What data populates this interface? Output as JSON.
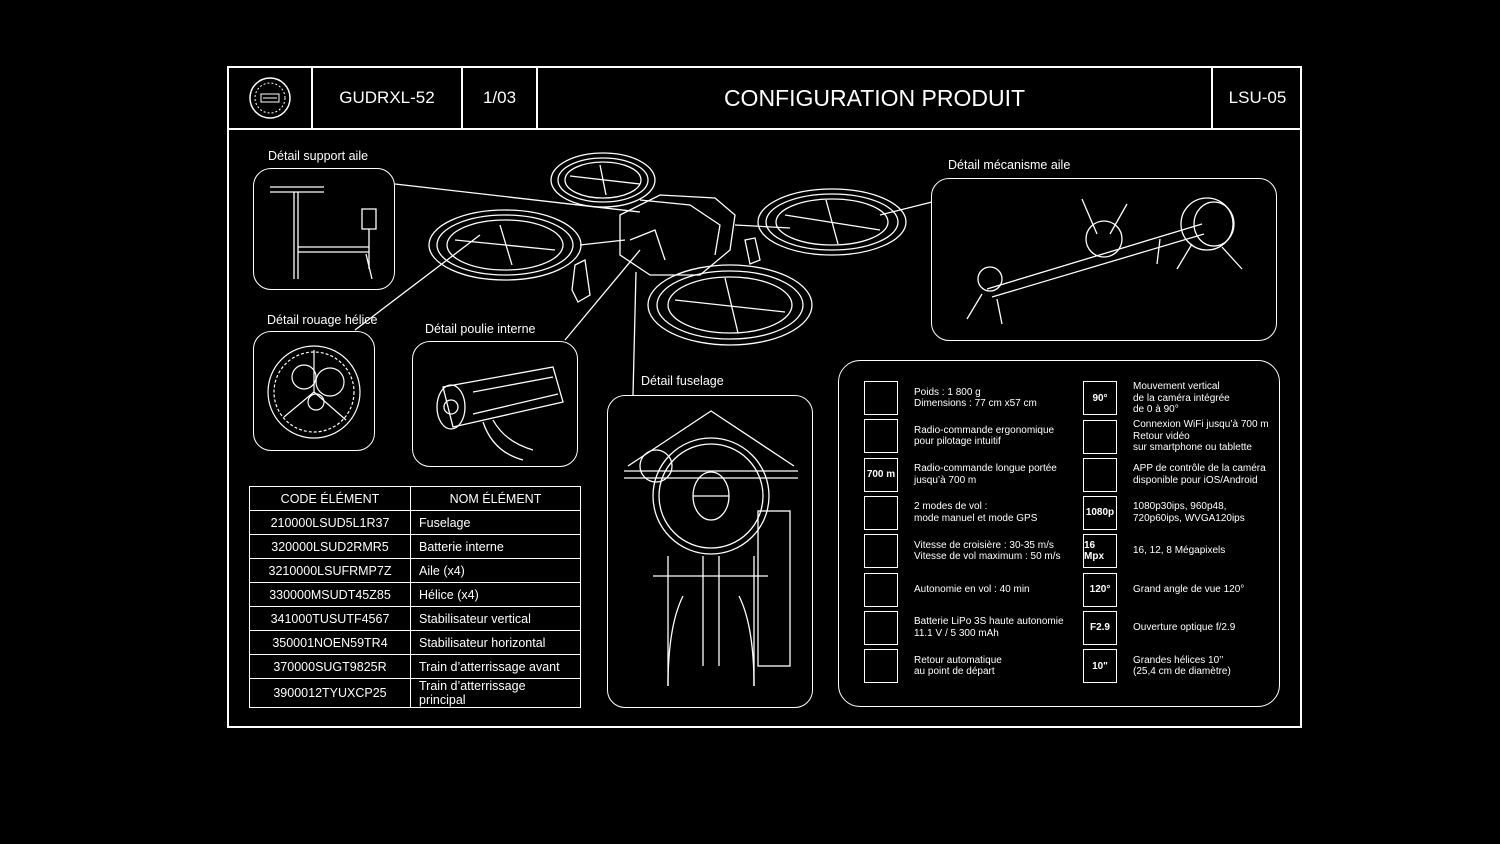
{
  "header": {
    "ref": "GUDRXL-52",
    "page": "1/03",
    "title": "CONFIGURATION PRODUIT",
    "code": "LSU-05"
  },
  "callouts": {
    "support_aile": "Détail support aile",
    "rouage_helice": "Détail rouage hélice",
    "poulie_interne": "Détail poulie interne",
    "fuselage": "Détail fuselage",
    "mecanisme_aile": "Détail mécanisme aile"
  },
  "parts_table": {
    "headers": [
      "CODE ÉLÉMENT",
      "NOM ÉLÉMENT"
    ],
    "rows": [
      [
        "210000LSUD5L1R37",
        "Fuselage"
      ],
      [
        "320000LSUD2RMR5",
        "Batterie interne"
      ],
      [
        "3210000LSUFRMP7Z",
        "Aile (x4)"
      ],
      [
        "330000MSUDT45Z85",
        "Hélice (x4)"
      ],
      [
        "341000TUSUTF4567",
        "Stabilisateur vertical"
      ],
      [
        "350001NOEN59TR4",
        "Stabilisateur horizontal"
      ],
      [
        "370000SUGT9825R",
        "Train d’atterrissage avant"
      ],
      [
        "3900012TYUXCP25",
        "Train d’atterrissage principal"
      ]
    ]
  },
  "features_left": [
    {
      "icon": "drone-icon",
      "icon_text": "",
      "text": "Poids : 1 800 g\nDimensions : 77 cm x57 cm"
    },
    {
      "icon": "remote-control-icon",
      "icon_text": "",
      "text": "Radio-commande ergonomique\npour pilotage intuitif"
    },
    {
      "icon": "range-icon",
      "icon_text": "700 m",
      "text": "Radio-commande longue portée\njusqu’à 700 m"
    },
    {
      "icon": "plane-modes-icon",
      "icon_text": "",
      "text": "2 modes de vol :\nmode manuel et mode GPS"
    },
    {
      "icon": "plane-speed-icon",
      "icon_text": "",
      "text": "Vitesse de croisière : 30-35 m/s\nVitesse de vol maximum : 50 m/s"
    },
    {
      "icon": "plane-autonomy-icon",
      "icon_text": "",
      "text": "Autonomie en vol : 40 min"
    },
    {
      "icon": "battery-icon",
      "icon_text": "",
      "text": "Batterie LiPo 3S haute autonomie\n11.1 V / 5 300 mAh"
    },
    {
      "icon": "return-home-icon",
      "icon_text": "",
      "text": "Retour automatique\nau point de départ"
    }
  ],
  "features_right": [
    {
      "icon": "camera-tilt-icon",
      "icon_text": "90°",
      "text": "Mouvement vertical\nde la caméra intégrée\nde 0 à 90°"
    },
    {
      "icon": "wifi-icon",
      "icon_text": "",
      "text": "Connexion WiFi jusqu’à 700 m\nRetour vidéo\nsur smartphone ou tablette"
    },
    {
      "icon": "phone-app-icon",
      "icon_text": "",
      "text": "APP de contrôle de la caméra\ndisponible pour iOS/Android"
    },
    {
      "icon": "full-hd-icon",
      "icon_text": "1080p",
      "text": "1080p30ips, 960p48,\n720p60ips, WVGA120ips"
    },
    {
      "icon": "megapixel-icon",
      "icon_text": "16 Mpx",
      "text": "16, 12, 8 Mégapixels"
    },
    {
      "icon": "wide-angle-icon",
      "icon_text": "120°",
      "text": "Grand angle de vue 120°"
    },
    {
      "icon": "aperture-icon",
      "icon_text": "F2.9",
      "text": "Ouverture optique f/2.9"
    },
    {
      "icon": "propeller-icon",
      "icon_text": "10\"",
      "text": "Grandes hélices 10’’\n(25,4 cm de diamètre)"
    }
  ]
}
